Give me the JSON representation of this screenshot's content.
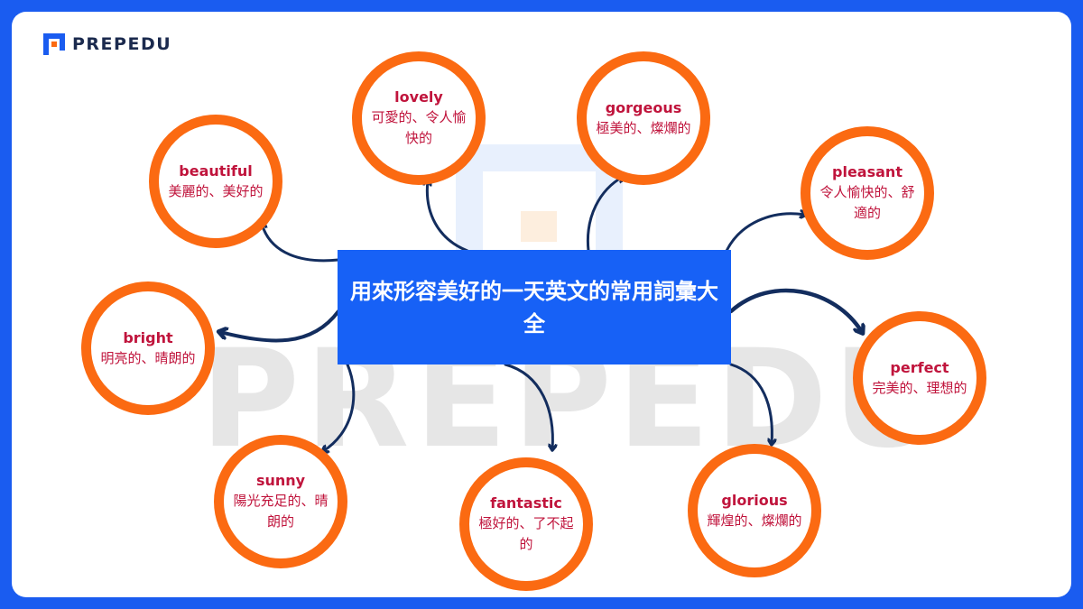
{
  "brand": {
    "name": "PREPEDU",
    "watermark": "PREPEDU"
  },
  "title": "用來形容美好的一天英文的常用詞彙大全",
  "colors": {
    "frame": "#1a5cf0",
    "center_box": "#1761f6",
    "ring": "#fb6a12",
    "word_text": "#c0143c",
    "arrow": "#132d5e"
  },
  "words": [
    {
      "en": "beautiful",
      "zh": "美麗的、美好的"
    },
    {
      "en": "lovely",
      "zh": "可愛的、令人愉快的"
    },
    {
      "en": "gorgeous",
      "zh": "極美的、燦爛的"
    },
    {
      "en": "pleasant",
      "zh": "令人愉快的、舒適的"
    },
    {
      "en": "bright",
      "zh": "明亮的、晴朗的"
    },
    {
      "en": "perfect",
      "zh": "完美的、理想的"
    },
    {
      "en": "sunny",
      "zh": "陽光充足的、晴朗的"
    },
    {
      "en": "fantastic",
      "zh": "極好的、了不起的"
    },
    {
      "en": "glorious",
      "zh": "輝煌的、燦爛的"
    }
  ]
}
